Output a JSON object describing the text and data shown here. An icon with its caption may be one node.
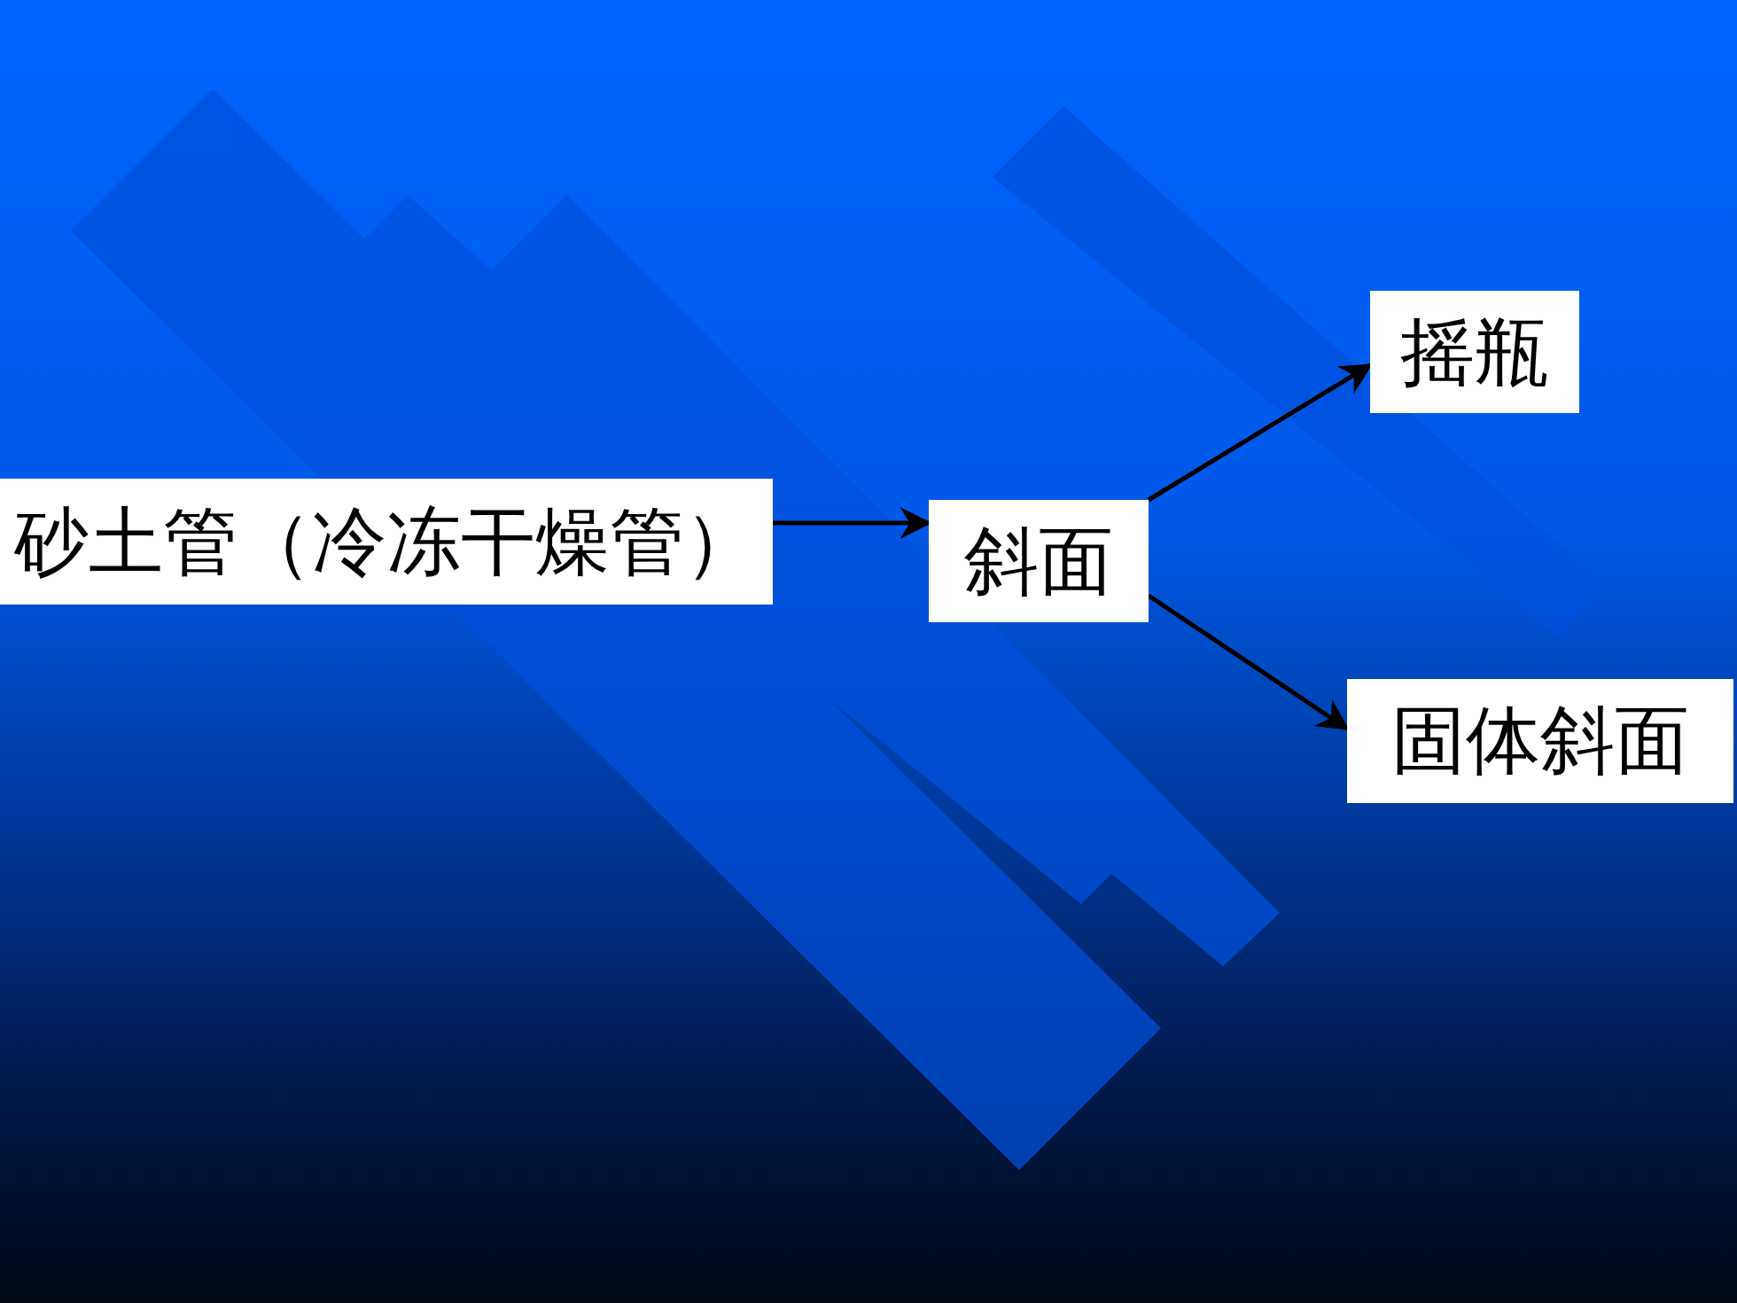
{
  "diagram": {
    "nodes": [
      {
        "text": [
          "砂土管（冷冻干燥管）"
        ]
      },
      {
        "text": [
          "斜面"
        ]
      },
      {
        "text": [
          "摇瓶"
        ]
      },
      {
        "text": [
          "固体斜面"
        ]
      }
    ],
    "edges": [
      {
        "from": 0,
        "to": 1,
        "arrow": "to"
      },
      {
        "from": 1,
        "to": 2,
        "arrow": "to"
      },
      {
        "from": 1,
        "to": 3,
        "arrow": "to"
      }
    ]
  }
}
